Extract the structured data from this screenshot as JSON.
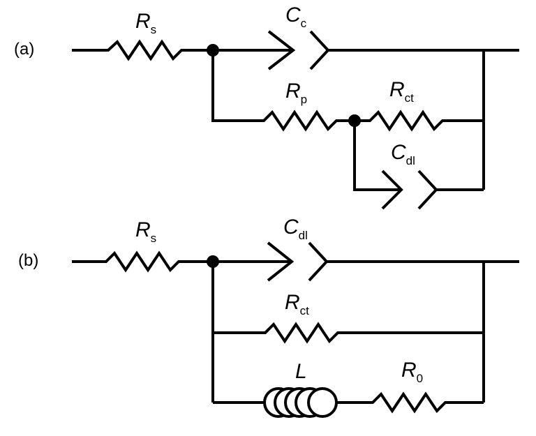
{
  "panels": [
    {
      "tag": "(a)",
      "labels": {
        "rs": {
          "main": "R",
          "sub": "s"
        },
        "cc": {
          "main": "C",
          "sub": "c"
        },
        "rp": {
          "main": "R",
          "sub": "p"
        },
        "rct": {
          "main": "R",
          "sub": "ct"
        },
        "cdl": {
          "main": "C",
          "sub": "dl"
        }
      }
    },
    {
      "tag": "(b)",
      "labels": {
        "rs": {
          "main": "R",
          "sub": "s"
        },
        "cdl": {
          "main": "C",
          "sub": "dl"
        },
        "rct": {
          "main": "R",
          "sub": "ct"
        },
        "l": {
          "main": "L"
        },
        "r0": {
          "main": "R",
          "sub": "0"
        }
      }
    }
  ]
}
